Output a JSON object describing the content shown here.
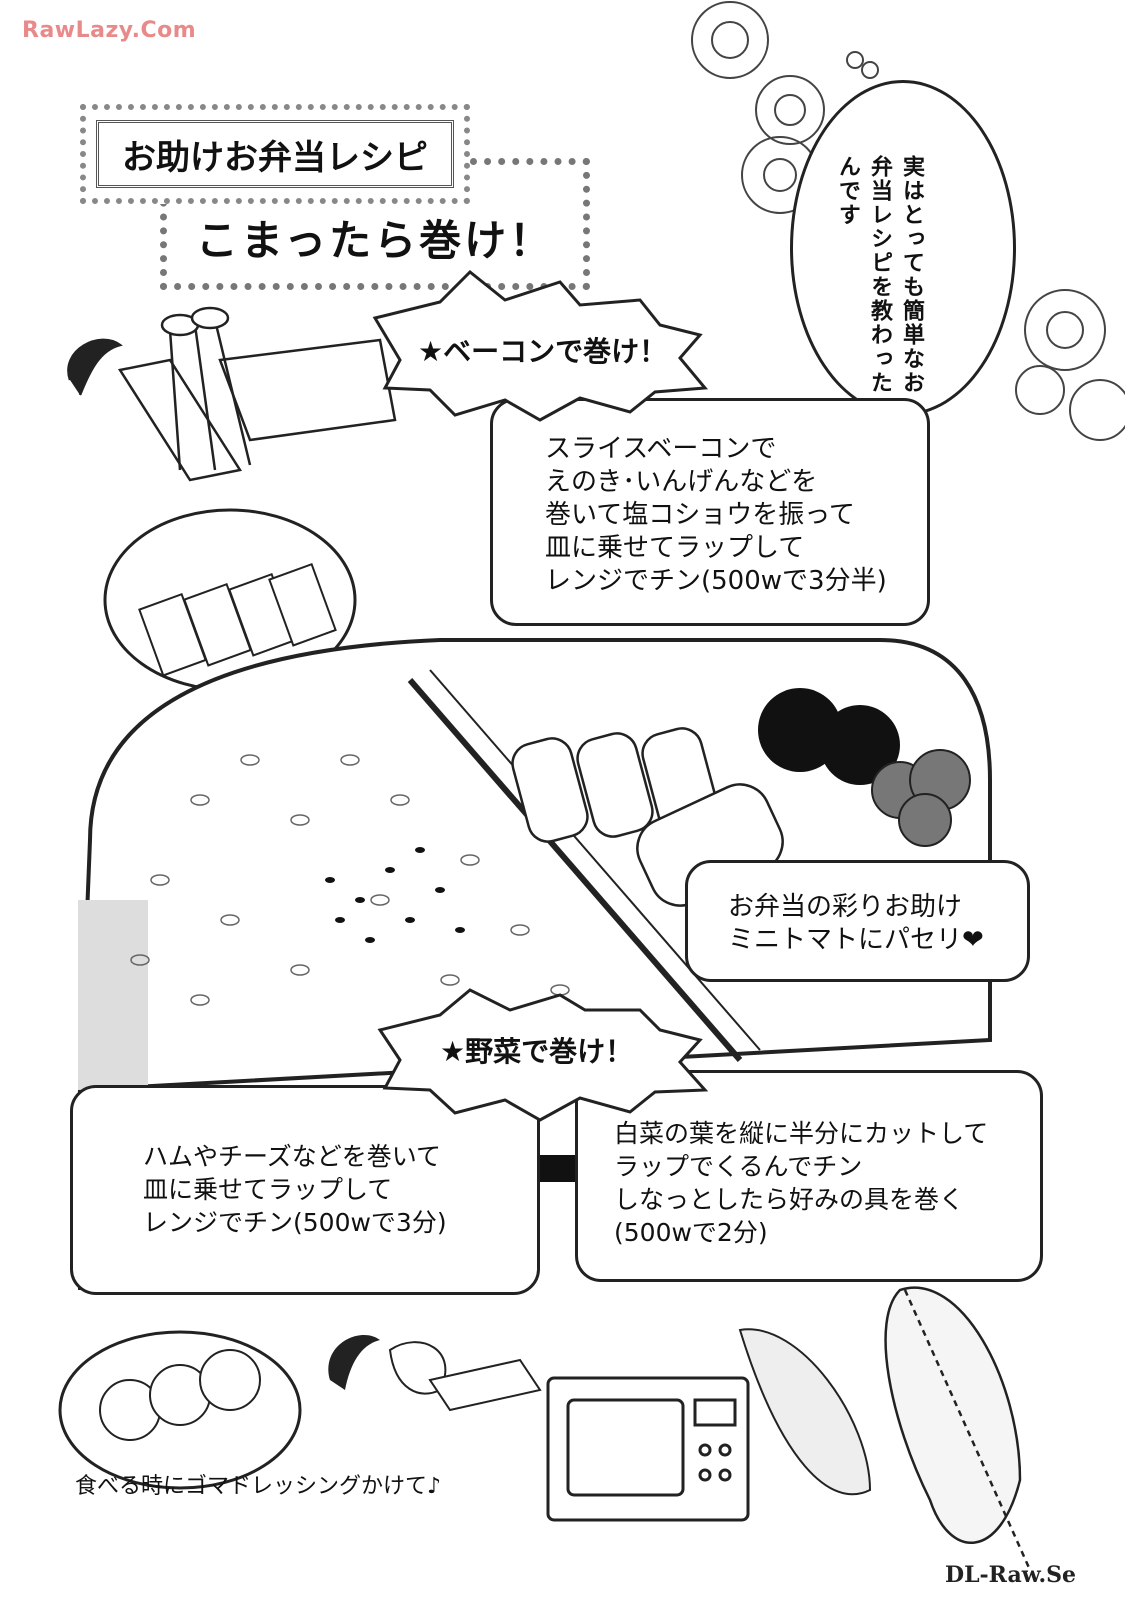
{
  "watermarks": {
    "top": "RawLazy.Com",
    "bottom": "DL-Raw.Se"
  },
  "title": {
    "main": "お助けお弁当レシピ",
    "subtitle": "こまったら巻け！"
  },
  "intro_bubble": {
    "text": "実はとっても簡単なお弁当レシピを教わったんです"
  },
  "bacon": {
    "heading": "★ベーコンで巻け！",
    "lines": [
      "スライスベーコンで",
      "えのき･いんげんなどを",
      "巻いて塩コショウを振って",
      "皿に乗せてラップして",
      "レンジでチン(500wで3分半)"
    ]
  },
  "color_tip": {
    "lines": [
      "お弁当の彩りお助け",
      "ミニトマトにパセリ❤"
    ]
  },
  "vegetable": {
    "heading": "★野菜で巻け！",
    "step1_lines": [
      "白菜の葉を縦に半分にカットして",
      "ラップでくるんでチン",
      "しなっとしたら好みの具を巻く",
      "(500wで2分)"
    ],
    "step2_lines": [
      "ハムやチーズなどを巻いて",
      "皿に乗せてラップして",
      "レンジでチン(500wで3分)"
    ]
  },
  "caption": "食べる時にゴマドレッシングかけて♪",
  "icons": [
    "curl-arrow-icon",
    "left-arrow-icon",
    "star-burst-icon",
    "microwave-icon",
    "cabbage-icon"
  ]
}
